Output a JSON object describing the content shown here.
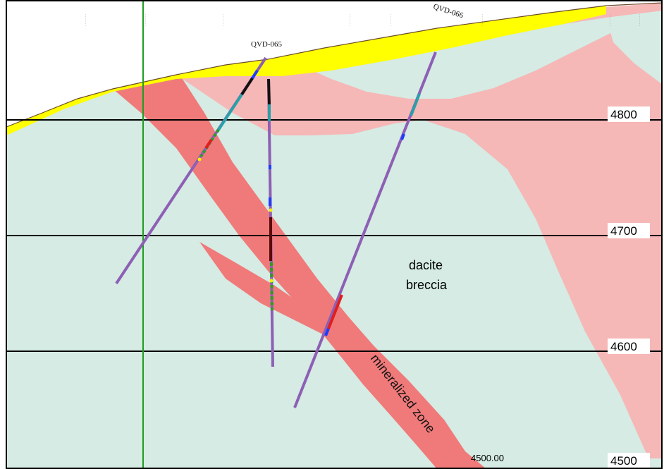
{
  "section": {
    "colors": {
      "background": "#d5ebe3",
      "sky": "#ffffff",
      "overburden": "#ffff00",
      "breccia_halo": "#f6b7b7",
      "mineralized_zone": "#f07a7a",
      "grid_line": "#000000",
      "reference_line": "#1f9e1f",
      "drillhole": "#8d5fb5"
    },
    "elevations": [
      {
        "value": 4800,
        "label": "4800"
      },
      {
        "value": 4700,
        "label": "4700"
      },
      {
        "value": 4600,
        "label": "4600"
      },
      {
        "value": 4500,
        "label": "4500"
      }
    ],
    "drillholes": [
      {
        "name": "QVD-065",
        "label": "QVD-065"
      },
      {
        "name": "QVD-066",
        "label": "QVD-066"
      }
    ],
    "units": {
      "dacite_breccia": [
        "dacite",
        "breccia"
      ],
      "mineralized_zone": "mineralized zone"
    },
    "depth_marker": "4500.00"
  }
}
